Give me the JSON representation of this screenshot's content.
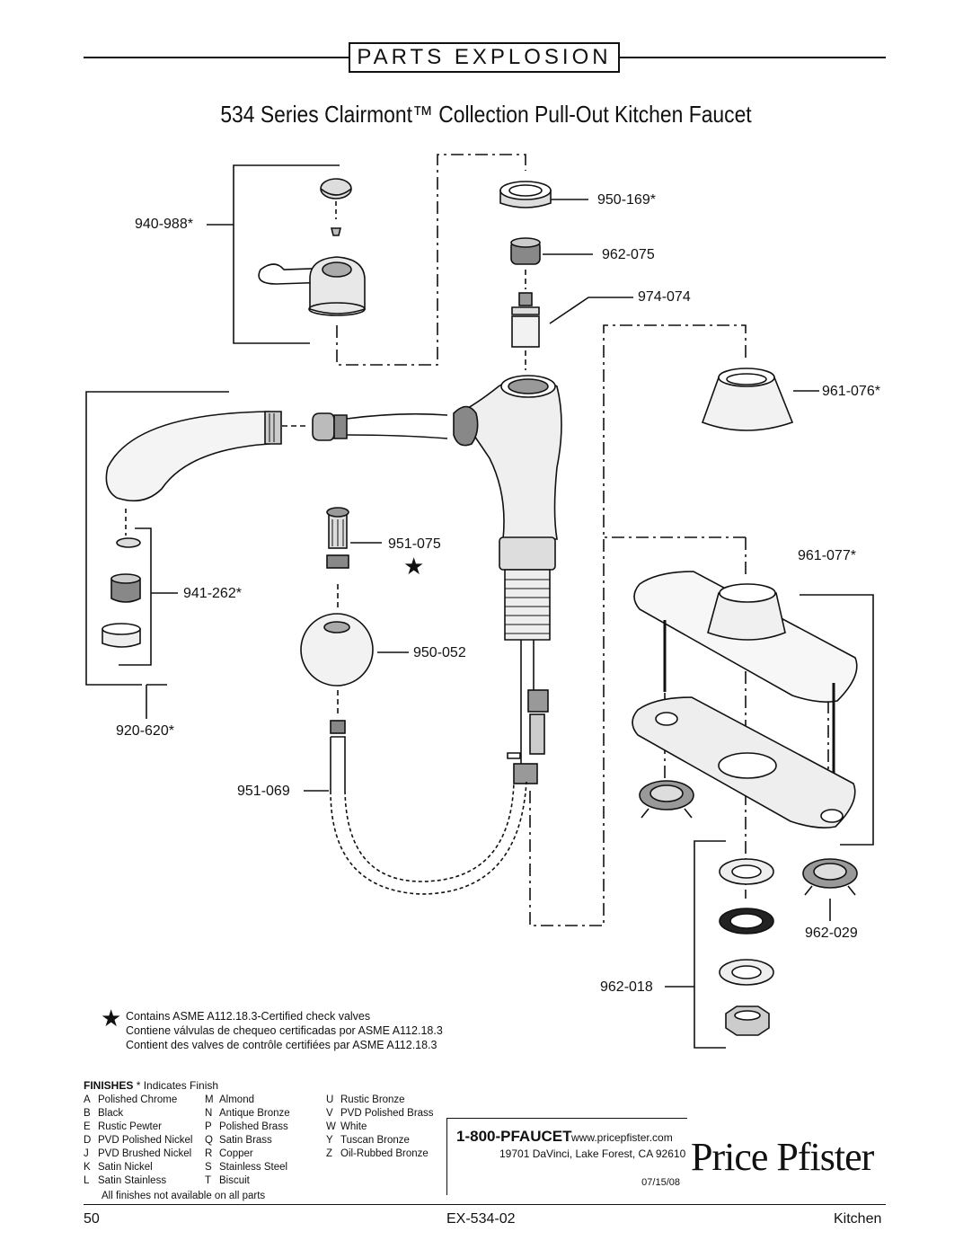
{
  "header": {
    "section": "PARTS EXPLOSION",
    "title": "534 Series Clairmont™ Collection Pull-Out Kitchen Faucet"
  },
  "parts": {
    "p940_988": "940-988*",
    "p950_169": "950-169*",
    "p962_075": "962-075",
    "p974_074": "974-074",
    "p961_076": "961-076*",
    "p951_075": "951-075",
    "p961_077": "961-077*",
    "p941_262": "941-262*",
    "p950_052": "950-052",
    "p920_620": "920-620*",
    "p951_069": "951-069",
    "p962_029": "962-029",
    "p962_018": "962-018"
  },
  "note": {
    "line1": "Contains ASME A112.18.3-Certified check valves",
    "line2": "Contiene válvulas de chequeo certificadas por ASME A112.18.3",
    "line3": "Contient des valves de contrôle certifiées par ASME A112.18.3"
  },
  "finishes": {
    "title": "FINISHES",
    "subtitle": "* Indicates Finish",
    "col1": [
      {
        "code": "A",
        "name": "Polished Chrome"
      },
      {
        "code": "B",
        "name": "Black"
      },
      {
        "code": "E",
        "name": "Rustic Pewter"
      },
      {
        "code": "D",
        "name": "PVD Polished Nickel"
      },
      {
        "code": "J",
        "name": "PVD Brushed Nickel"
      },
      {
        "code": "K",
        "name": "Satin Nickel"
      },
      {
        "code": "L",
        "name": "Satin Stainless"
      }
    ],
    "col2": [
      {
        "code": "M",
        "name": "Almond"
      },
      {
        "code": "N",
        "name": "Antique Bronze"
      },
      {
        "code": "P",
        "name": "Polished Brass"
      },
      {
        "code": "Q",
        "name": "Satin Brass"
      },
      {
        "code": "R",
        "name": "Copper"
      },
      {
        "code": "S",
        "name": "Stainless Steel"
      },
      {
        "code": "T",
        "name": "Biscuit"
      }
    ],
    "col3": [
      {
        "code": "U",
        "name": "Rustic Bronze"
      },
      {
        "code": "V",
        "name": "PVD Polished Brass"
      },
      {
        "code": "W",
        "name": "White"
      },
      {
        "code": "Y",
        "name": "Tuscan Bronze"
      },
      {
        "code": "Z",
        "name": "Oil-Rubbed Bronze"
      }
    ],
    "availability": "All finishes not available on all parts"
  },
  "contact": {
    "phone": "1-800-PFAUCET",
    "website": "www.pricepfister.com",
    "address": "19701 DaVinci, Lake Forest, CA  92610",
    "date": "07/15/08"
  },
  "brand": "Price Pfister",
  "footer": {
    "page": "50",
    "code": "EX-534-02",
    "category": "Kitchen"
  }
}
